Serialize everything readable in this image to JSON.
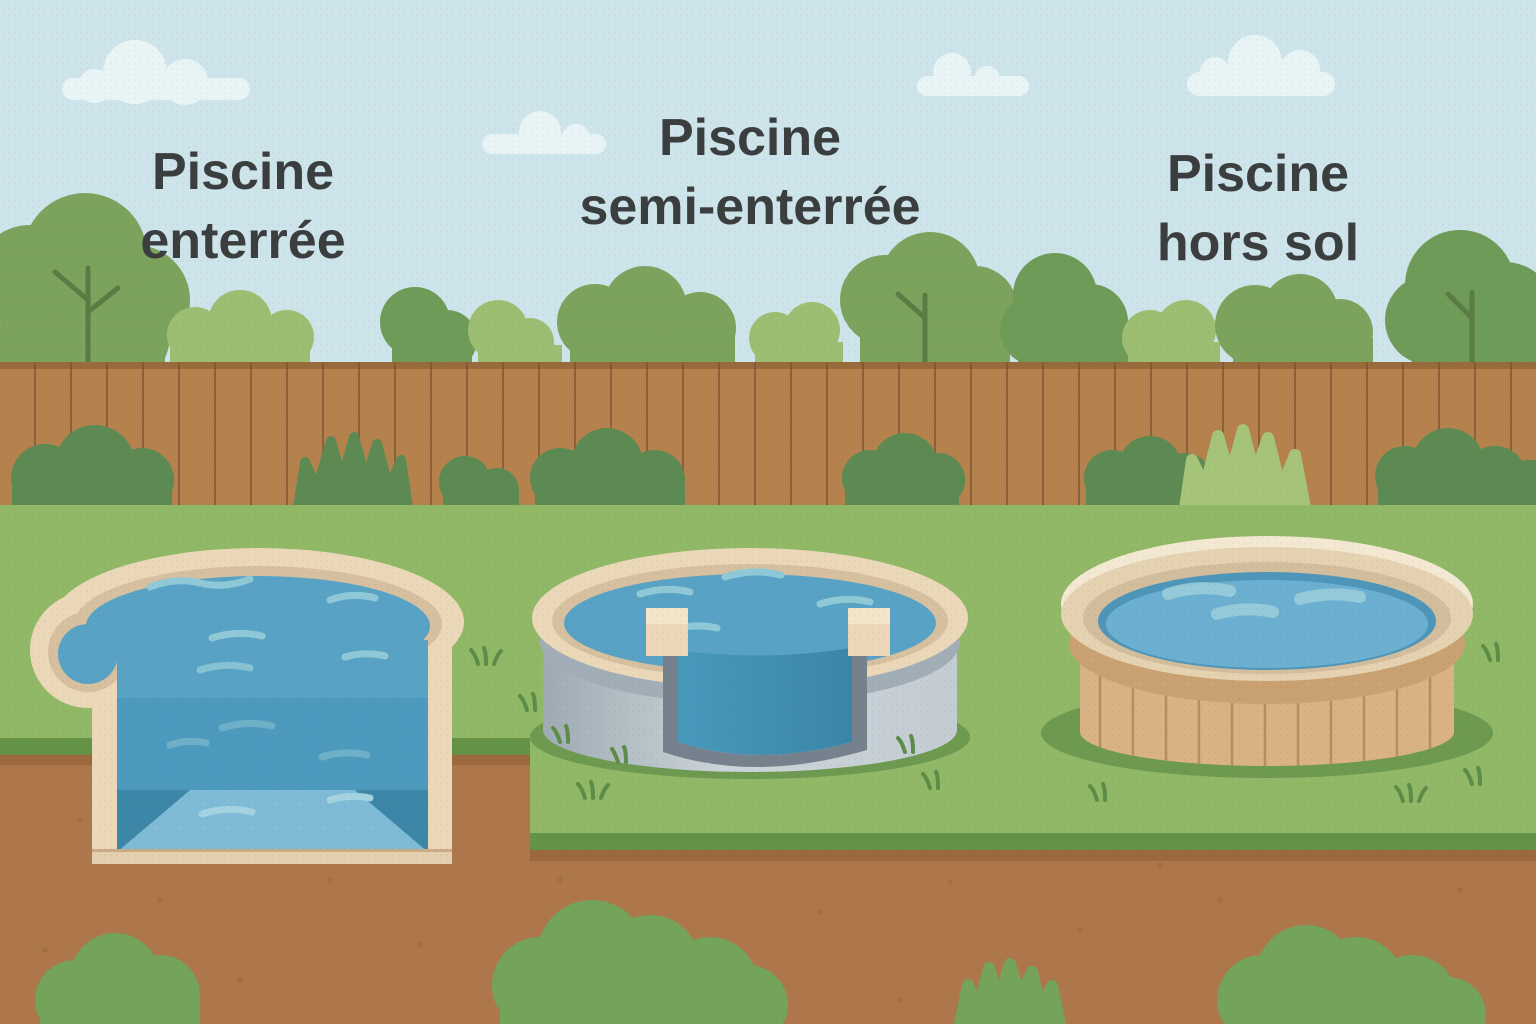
{
  "labels": {
    "pool_inground": {
      "line1": "Piscine",
      "line2": "enterrée"
    },
    "pool_semi_inground": {
      "line1": "Piscine",
      "line2": "semi-enterrée"
    },
    "pool_above_ground": {
      "line1": "Piscine",
      "line2": "hors sol"
    }
  },
  "palette": {
    "sky": "#cde4ea",
    "cloud": "#e9f4f6",
    "text": "#3a3e3e",
    "tree_light": "#9dbe72",
    "tree_mid": "#7ca35d",
    "tree_dark": "#6e9b57",
    "branch": "#5b7b45",
    "bush_front_dark": "#5d8a52",
    "bush_front_light": "#a6c479",
    "bush_bottom": "#74a35b",
    "fence_wood": "#b5824e",
    "fence_plank_line": "#8a6138",
    "grass": "#90b866",
    "grass_edge_dark": "#649347",
    "grass_tuft": "#5d8c48",
    "dirt": "#ae774b",
    "dirt_shadow": "#9b6840",
    "coping_cream": "#ead8b8",
    "coping_tan": "#d6c0a0",
    "water_surface": "#58a3c5",
    "water_wave": "#8fc9d7",
    "water_cut_mid": "#4c9abd",
    "water_cut_floor": "#7fbbd6",
    "water_cut_wall": "#3c86a8",
    "pool_wall_gray": "#c9d2d8",
    "pool_wall_gray_dark": "#a2aeb7",
    "cut_edge_slate": "#75828d",
    "wood_wall": "#d9b285",
    "wood_plank_line": "#b78e5f",
    "pool_shadow_green": "#6d9950"
  }
}
